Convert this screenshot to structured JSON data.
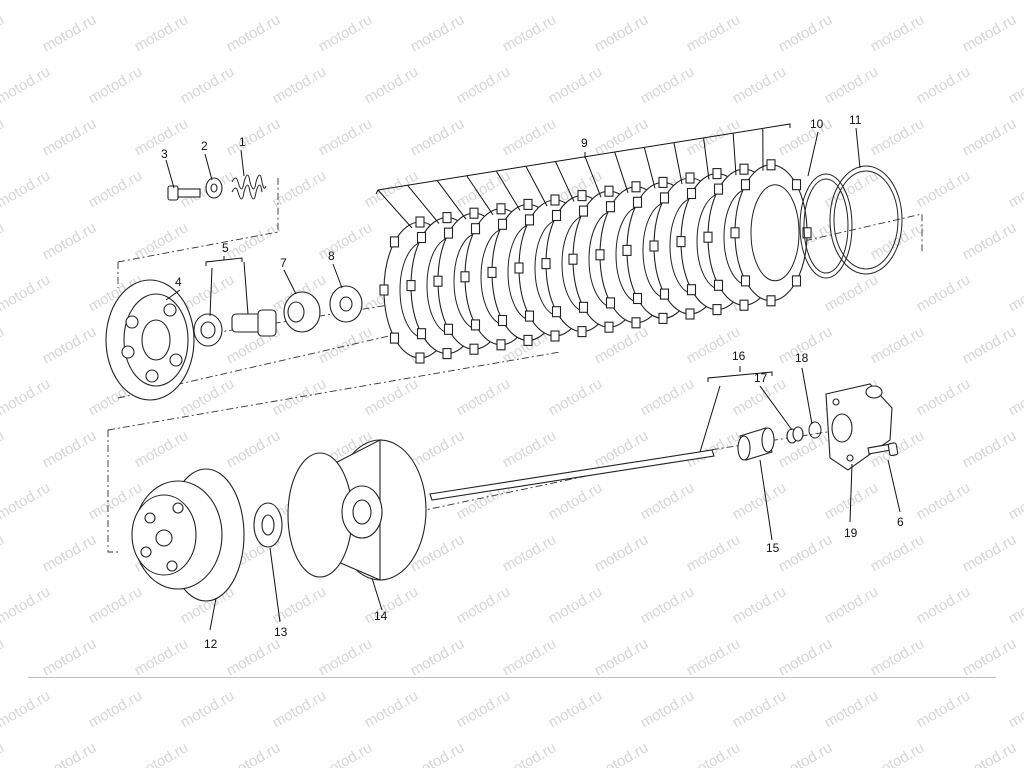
{
  "watermark": {
    "text": "motod.ru"
  },
  "callouts": [
    "1",
    "2",
    "3",
    "4",
    "5",
    "6",
    "7",
    "8",
    "9",
    "10",
    "11",
    "12",
    "13",
    "14",
    "15",
    "16",
    "17",
    "18",
    "19"
  ],
  "colors": {
    "line": "#111111",
    "watermark": "#d6d6d6",
    "background": "#ffffff"
  }
}
